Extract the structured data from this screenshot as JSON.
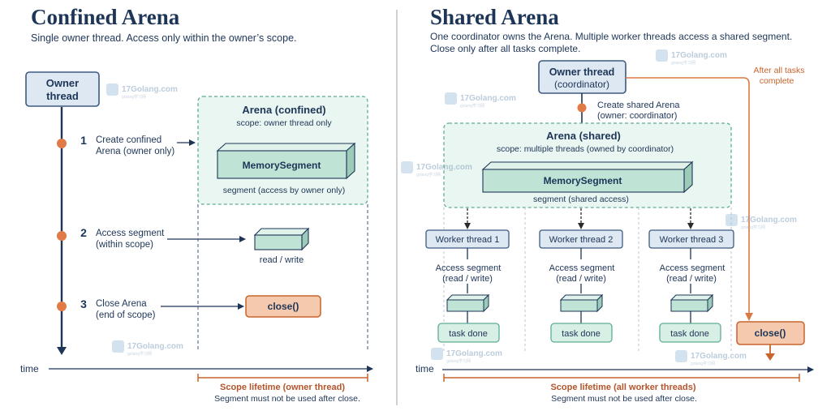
{
  "left": {
    "title": "Confined Arena",
    "subtitle": "Single owner thread. Access only within the owner’s scope.",
    "owner_line1": "Owner",
    "owner_line2": "thread",
    "steps": [
      {
        "num": "1",
        "line1": "Create confined",
        "line2": "Arena (owner only)"
      },
      {
        "num": "2",
        "line1": "Access segment",
        "line2": "(within scope)"
      },
      {
        "num": "3",
        "line1": "Close Arena",
        "line2": "(end of scope)"
      }
    ],
    "arena_title": "Arena (confined)",
    "arena_scope": "scope: owner thread only",
    "segment_label": "MemorySegment",
    "segment_caption": "segment (access by owner only)",
    "rw_label": "read / write",
    "close_label": "close()",
    "time_label": "time",
    "lifetime_label": "Scope lifetime (owner thread)",
    "lifetime_note": "Segment must not be used after close."
  },
  "right": {
    "title": "Shared Arena",
    "subtitle_line1": "One coordinator owns the Arena. Multiple worker threads access a shared segment.",
    "subtitle_line2": "Close only after all tasks complete.",
    "owner_line1": "Owner thread",
    "owner_line2": "(coordinator)",
    "create_line1": "Create shared Arena",
    "create_line2": "(owner: coordinator)",
    "after_line1": "After all tasks",
    "after_line2": "complete",
    "arena_title": "Arena (shared)",
    "arena_scope": "scope: multiple threads (owned by coordinator)",
    "segment_label": "MemorySegment",
    "segment_caption": "segment (shared access)",
    "workers": [
      {
        "name": "Worker thread 1",
        "access1": "Access segment",
        "access2": "(read / write)",
        "done": "task done"
      },
      {
        "name": "Worker thread 2",
        "access1": "Access segment",
        "access2": "(read / write)",
        "done": "task done"
      },
      {
        "name": "Worker thread 3",
        "access1": "Access segment",
        "access2": "(read / write)",
        "done": "task done"
      }
    ],
    "close_label": "close()",
    "time_label": "time",
    "lifetime_label": "Scope lifetime (all worker threads)",
    "lifetime_note": "Segment must not be used after close."
  },
  "watermark": {
    "text": "17Golang.com",
    "sub": "golang学习网"
  },
  "colors": {
    "navy": "#1d3557",
    "box_fill": "#dde8f3",
    "box_stroke": "#3d5a80",
    "green_fill": "#eaf6f1",
    "green_stroke": "#5fae92",
    "segment_fill": "#bfe3d4",
    "close_fill": "#f4c9ae",
    "close_stroke": "#c8642c",
    "orange": "#d97a45",
    "lifetime": "#b5542a"
  }
}
